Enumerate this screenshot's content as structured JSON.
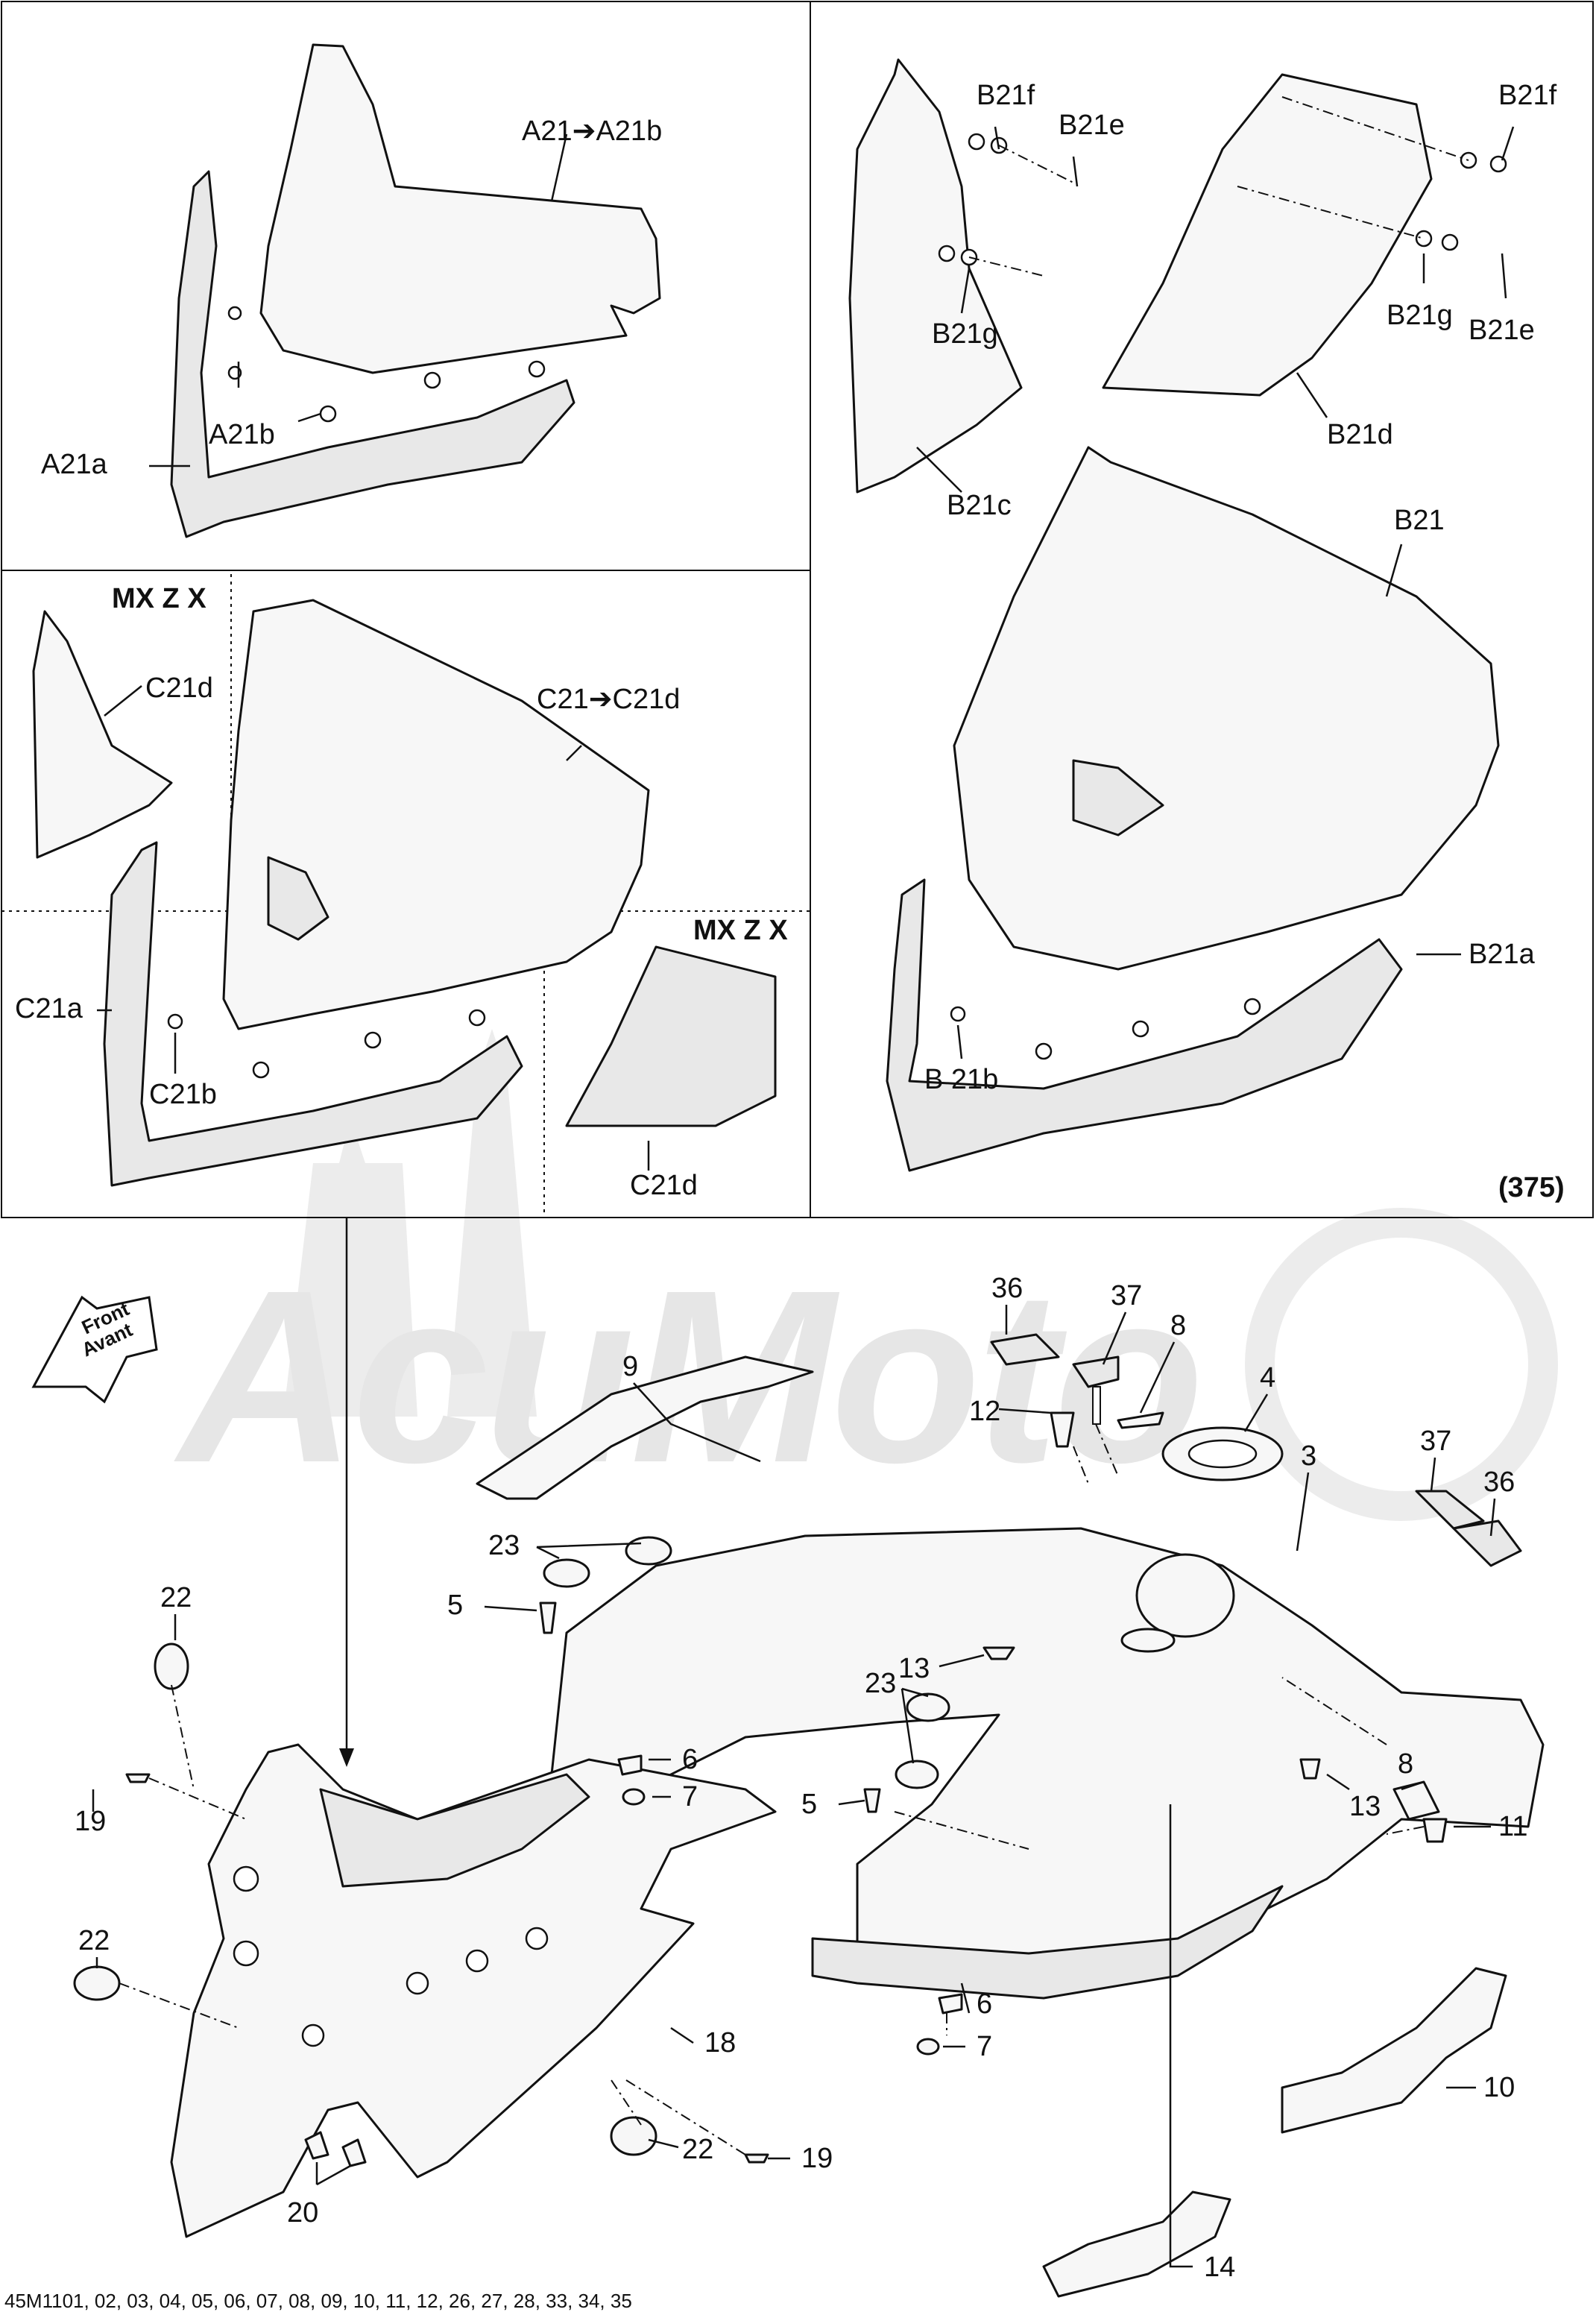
{
  "watermark": {
    "text": "AcuMoto",
    "color": "#e6e6e6"
  },
  "panels": {
    "top_left": {
      "labels": {
        "a21_to_a21b": "A21➔A21b",
        "a21a": "A21a",
        "a21b": "A21b"
      }
    },
    "middle_left": {
      "variant_top": "MX Z X",
      "variant_bottom": "MX Z X",
      "labels": {
        "c21_to_c21d": "C21➔C21d",
        "c21d_top": "C21d",
        "c21a": "C21a",
        "c21b": "C21b",
        "c21d_bottom": "C21d"
      }
    },
    "right": {
      "labels": {
        "b21f_left": "B21f",
        "b21e_left": "B21e",
        "b21g_left": "B21g",
        "b21c": "B21c",
        "b21f_right": "B21f",
        "b21g_right": "B21g",
        "b21e_right": "B21e",
        "b21d": "B21d",
        "b21": "B21",
        "b21a": "B21a",
        "b21b": "B 21b"
      },
      "page_ref": "(375)"
    }
  },
  "front_indicator": {
    "line1": "Front",
    "line2": "Avant",
    "icon": "arrow-icon"
  },
  "callouts": {
    "c36_top": "36",
    "c37_top": "37",
    "c8_top": "8",
    "c4": "4",
    "c12": "12",
    "c9": "9",
    "c23_top": "23",
    "c37_right": "37",
    "c3": "3",
    "c36_right": "36",
    "c22_top": "22",
    "c5_top": "5",
    "c13_top": "13",
    "c23_mid": "23",
    "c6_top": "6",
    "c7_top": "7",
    "c8_right": "8",
    "c11": "11",
    "c5_mid": "5",
    "c13_right": "13",
    "c19_left": "19",
    "c22_left": "22",
    "c6_mid": "6",
    "c7_mid": "7",
    "c18": "18",
    "c10": "10",
    "c19_right": "19",
    "c22_bottom": "22",
    "c20": "20",
    "c14": "14"
  },
  "footer_code": "45M1101, 02, 03, 04, 05, 06, 07, 08, 09, 10, 11, 12, 26, 27, 28, 33, 34, 35"
}
